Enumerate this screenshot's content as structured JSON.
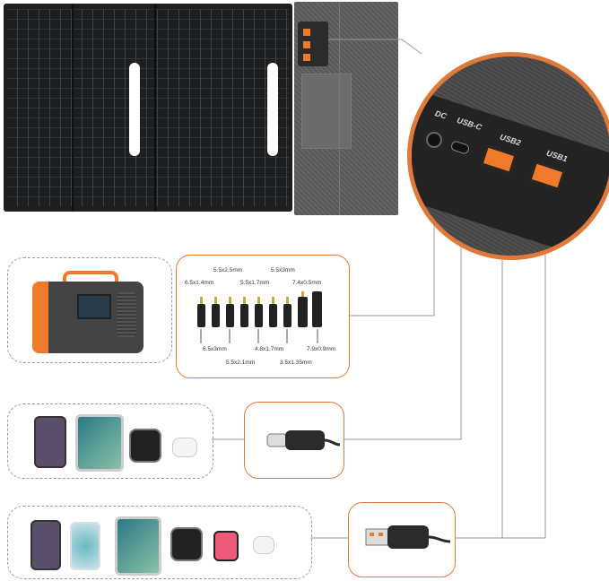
{
  "ports": {
    "dc": "DC",
    "usbc": "USB-C",
    "usb2": "USB2",
    "usb1": "USB1"
  },
  "tips": {
    "top_row": [
      "5.5x2.5mm",
      "5.5x3mm"
    ],
    "left_top": "6.5x1.4mm",
    "mid_top": "5.5x1.7mm",
    "right_top": "7.4x0.5mm",
    "bottom": [
      "6.5x3mm",
      "4.8x1.7mm",
      "7.9x0.9mm",
      "5.5x2.1mm",
      "3.5x1.35mm"
    ]
  },
  "colors": {
    "accent": "#e07a3a",
    "usb_orange": "#ee7a2a",
    "panel": "#1d1e20",
    "fabric": "#5c5c5c"
  }
}
